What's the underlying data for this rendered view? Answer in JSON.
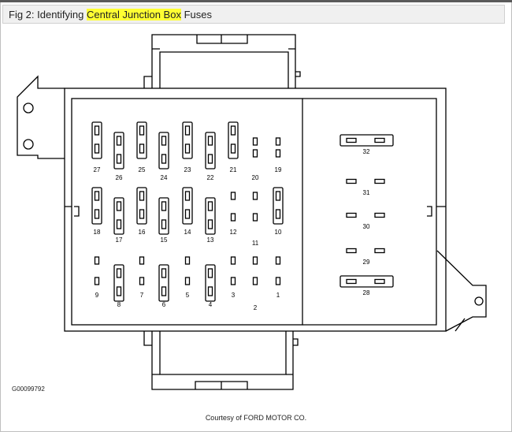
{
  "figure": {
    "caption_prefix": "Fig 2: Identifying ",
    "caption_highlight": "Central Junction Box",
    "caption_suffix": " Fuses",
    "highlight_color": "#ffff33",
    "figure_id": "G00099792",
    "credit": "Courtesy of FORD MOTOR CO."
  },
  "fuses": {
    "left_block": [
      "27",
      "26",
      "25",
      "24",
      "23",
      "22",
      "21",
      "20",
      "19",
      "18",
      "17",
      "16",
      "15",
      "14",
      "13",
      "12",
      "11",
      "10",
      "9",
      "8",
      "7",
      "6",
      "5",
      "4",
      "3",
      "2",
      "1"
    ],
    "right_block": [
      "32",
      "31",
      "30",
      "29",
      "28"
    ]
  }
}
